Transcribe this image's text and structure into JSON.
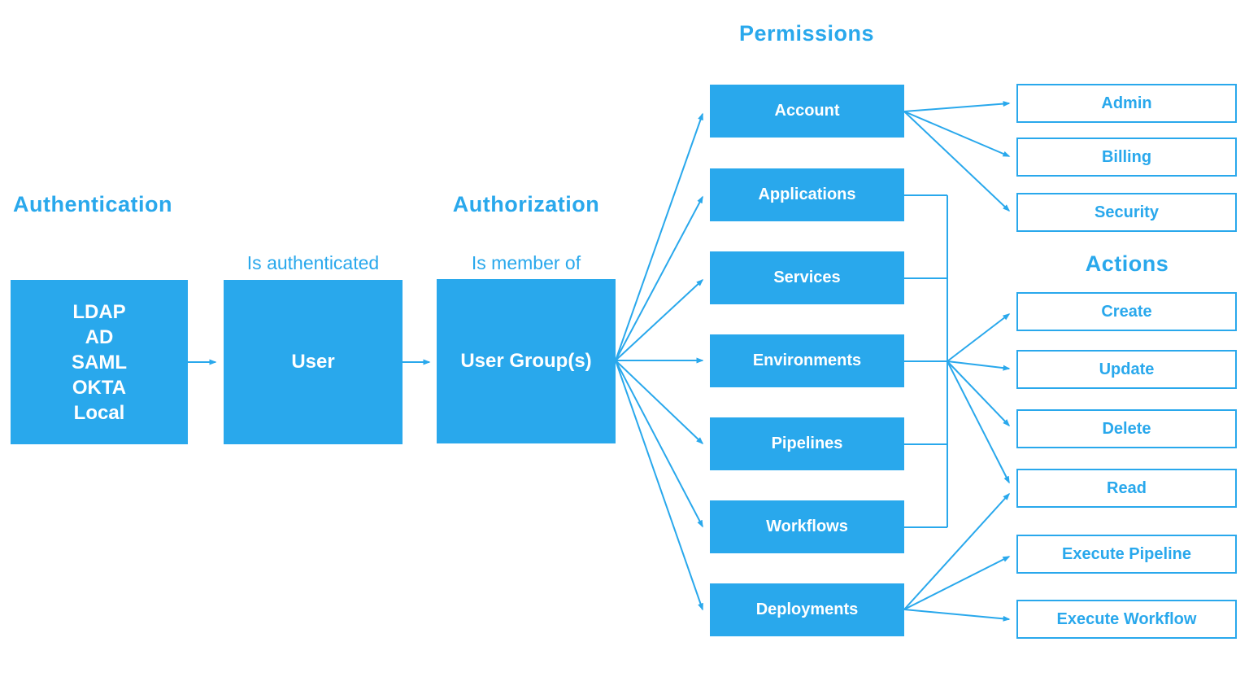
{
  "colors": {
    "accent": "#29A8EC",
    "box_text": "#FFFFFF",
    "background": "#FFFFFF"
  },
  "headings": {
    "authentication": "Authentication",
    "authorization": "Authorization",
    "permissions": "Permissions",
    "actions": "Actions"
  },
  "edge_labels": {
    "is_authenticated": "Is authenticated",
    "is_member_of": "Is member of"
  },
  "auth_sources": [
    "LDAP",
    "AD",
    "SAML",
    "OKTA",
    "Local"
  ],
  "nodes": {
    "user": "User",
    "user_groups": "User Group(s)"
  },
  "permissions": [
    "Account",
    "Applications",
    "Services",
    "Environments",
    "Pipelines",
    "Workflows",
    "Deployments"
  ],
  "account_actions": [
    "Admin",
    "Billing",
    "Security"
  ],
  "crud_actions": [
    "Create",
    "Update",
    "Delete",
    "Read"
  ],
  "deployment_actions": [
    "Execute Pipeline",
    "Execute Workflow"
  ]
}
